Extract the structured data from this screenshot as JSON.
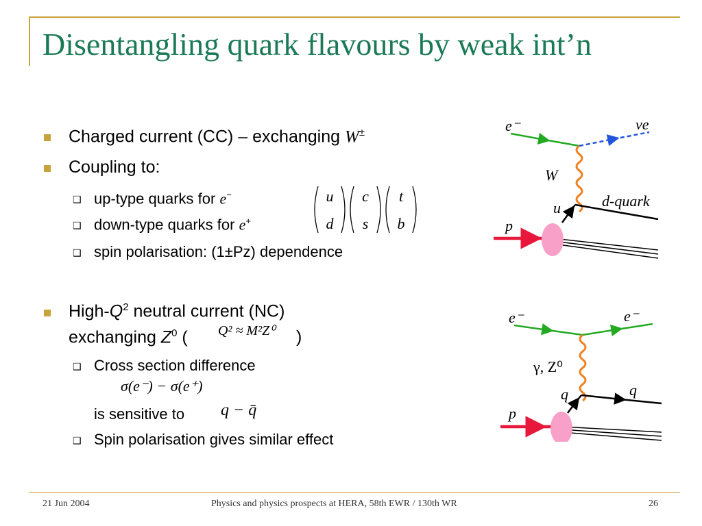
{
  "title": "Disentangling quark flavours by weak int’n",
  "bullets": {
    "cc_text": "Charged current (CC) – exchanging",
    "cc_sym": "W",
    "cc_sup": "±",
    "coupling": "Coupling to:",
    "up_text": "up-type quarks for",
    "up_sym": "e",
    "up_sup": "−",
    "down_text": "down-type quarks for",
    "down_sym": "e",
    "down_sup": "+",
    "spin_text": "spin polarisation: (1±Pz) dependence",
    "nc_pre": "High-",
    "nc_q": "Q",
    "nc_q_sup": "2",
    "nc_post": " neutral current (NC)",
    "exch_pre": "exchanging ",
    "exch_z": "Z",
    "exch_z_sup": "0",
    "exch_paren_open": " (",
    "exch_paren_close": ")",
    "cross": "Cross section difference",
    "sensitive": "is sensitive to",
    "spin2": "Spin polarisation gives similar effect"
  },
  "matrix": {
    "top": [
      "u",
      "c",
      "t"
    ],
    "bottom": [
      "d",
      "s",
      "b"
    ]
  },
  "formulas": {
    "q2_approx": "Q² ≈ M²Z⁰",
    "sigma_diff": "σ(e⁻) − σ(e⁺)",
    "q_minus_qbar": "q − q̄"
  },
  "diagram_cc": {
    "e_in": "e⁻",
    "nu_out": "νe",
    "boson": "W",
    "quark_in": "u",
    "quark_out": "d-quark",
    "proton": "p"
  },
  "diagram_nc": {
    "e_in": "e⁻",
    "e_out": "e⁻",
    "boson": "γ, Z⁰",
    "quark_in": "q",
    "quark_out": "q",
    "proton": "p"
  },
  "footer": {
    "date": "21 Jun 2004",
    "center": "Physics and physics prospects at HERA, 58th EWR / 130th WR",
    "page": "26"
  },
  "colors": {
    "title": "#1b7a55",
    "accent": "#c8a23c",
    "electron": "#22aa22",
    "neutrino": "#2255dd",
    "boson": "#f08020",
    "proton": "#e8183c",
    "blob": "#f8a0c8"
  }
}
